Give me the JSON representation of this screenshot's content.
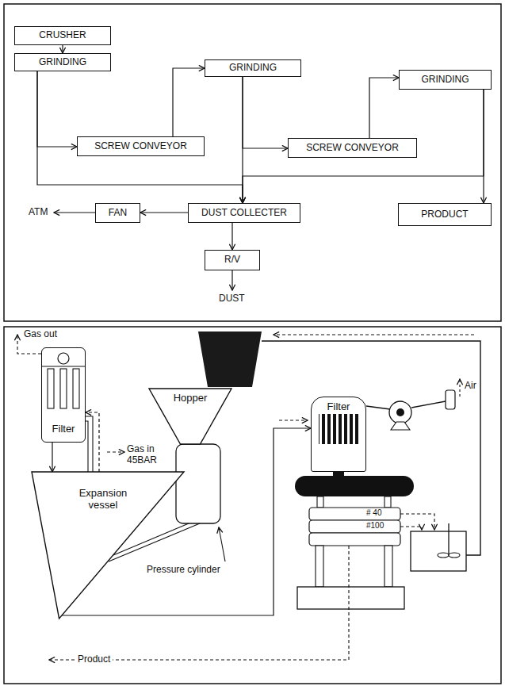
{
  "diagram": {
    "nodes": [
      {
        "text": [
          "CRUSHER"
        ]
      },
      {
        "text": [
          "GRINDING"
        ]
      },
      {
        "text": [
          "GRINDING"
        ]
      },
      {
        "text": [
          "GRINDING"
        ]
      },
      {
        "text": [
          "SCREW CONVEYOR"
        ]
      },
      {
        "text": [
          "SCREW CONVEYOR"
        ]
      },
      {
        "text": [
          "FAN"
        ]
      },
      {
        "text": [
          "DUST COLLECTER"
        ]
      },
      {
        "text": [
          "PRODUCT"
        ]
      },
      {
        "text": [
          "R/V"
        ]
      },
      {
        "text": [
          "Filter"
        ]
      },
      {
        "text": [
          "Hopper"
        ]
      },
      {
        "text": [
          "Expansion vessel"
        ]
      },
      {
        "text": [
          "Filter"
        ]
      }
    ],
    "edges": [
      {
        "from": 0,
        "to": 1,
        "arrow": "to"
      },
      {
        "from": 1,
        "to": 4,
        "arrow": "to"
      },
      {
        "from": 1,
        "to": 7,
        "arrow": "to"
      },
      {
        "from": 4,
        "to": 2,
        "arrow": "to"
      },
      {
        "from": 2,
        "to": 7,
        "arrow": "to"
      },
      {
        "from": 2,
        "to": 5,
        "arrow": "to"
      },
      {
        "from": 5,
        "to": 3,
        "arrow": "to"
      },
      {
        "from": 3,
        "to": 8,
        "arrow": "to"
      },
      {
        "from": 3,
        "to": 7,
        "arrow": "to"
      },
      {
        "from": 7,
        "to": 6,
        "arrow": "to"
      },
      {
        "from": 7,
        "to": 9,
        "arrow": "to"
      },
      {
        "from": 10,
        "to": 12,
        "arrow": "to"
      },
      {
        "from": 12,
        "to": 10,
        "arrow": "to"
      },
      {
        "from": 12,
        "to": 13,
        "arrow": "to"
      }
    ],
    "labels": [
      "ATM",
      "DUST",
      "Gas out",
      "Gas in 45BAR",
      "Pressure cylinder",
      "Air",
      "# 40",
      "#100",
      "Product"
    ]
  }
}
